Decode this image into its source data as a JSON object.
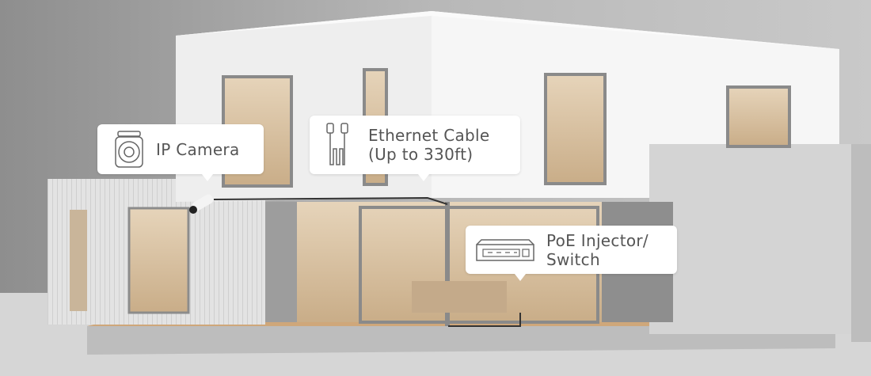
{
  "callouts": {
    "camera": {
      "label": "IP Camera",
      "icon": "ip-camera-icon"
    },
    "cable": {
      "line1": "Ethernet Cable",
      "line2": "(Up to 330ft)",
      "icon": "ethernet-cable-icon"
    },
    "poe": {
      "line1": "PoE Injector/",
      "line2": "Switch",
      "icon": "poe-switch-icon"
    }
  },
  "colors": {
    "callout_bg": "#ffffff",
    "callout_text": "#555555",
    "wall": "#f2f2f2",
    "interior": "#d9c2a3"
  }
}
